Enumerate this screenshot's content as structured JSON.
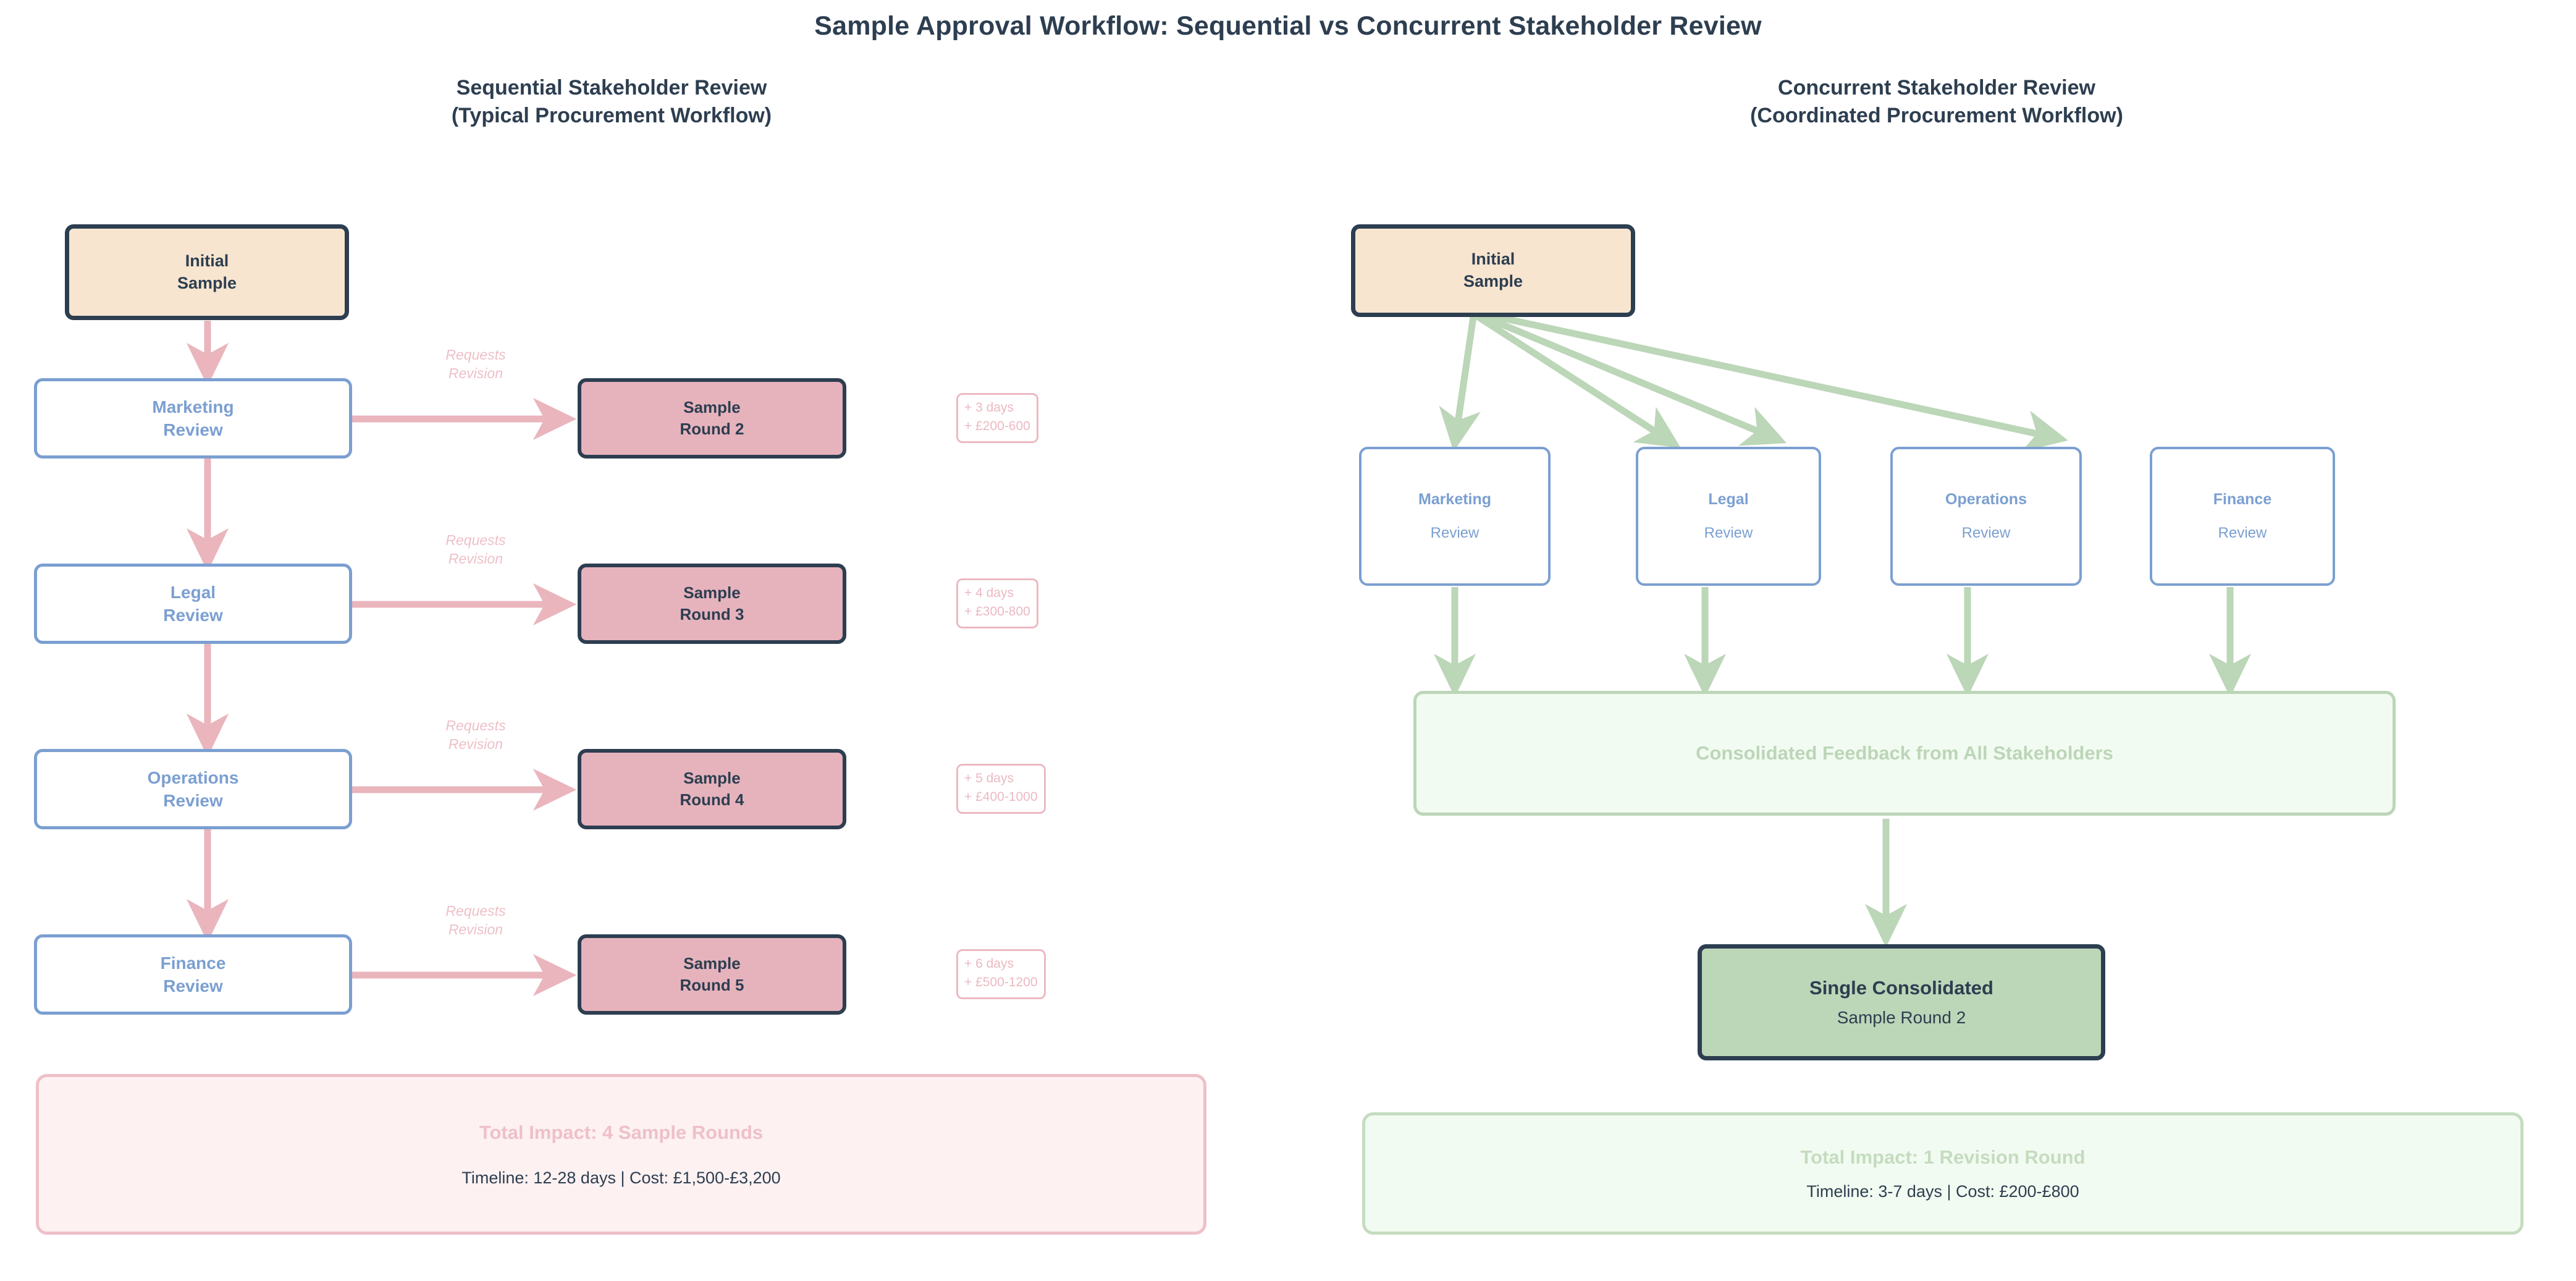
{
  "title": "Sample Approval Workflow: Sequential vs Concurrent Stakeholder Review",
  "columns": {
    "left": {
      "heading_line1": "Sequential Stakeholder Review",
      "heading_line2": "(Typical Procurement Workflow)",
      "start_node": {
        "line1": "Initial",
        "line2": "Sample"
      },
      "edge_label": {
        "line1": "Requests",
        "line2": "Revision"
      },
      "stages": [
        {
          "review_line1": "Marketing",
          "review_line2": "Review",
          "round_line1": "Sample",
          "round_line2": "Round 2",
          "badge_line1": "+ 3 days",
          "badge_line2": "+ £200-600"
        },
        {
          "review_line1": "Legal",
          "review_line2": "Review",
          "round_line1": "Sample",
          "round_line2": "Round 3",
          "badge_line1": "+ 4 days",
          "badge_line2": "+ £300-800"
        },
        {
          "review_line1": "Operations",
          "review_line2": "Review",
          "round_line1": "Sample",
          "round_line2": "Round 4",
          "badge_line1": "+ 5 days",
          "badge_line2": "+ £400-1000"
        },
        {
          "review_line1": "Finance",
          "review_line2": "Review",
          "round_line1": "Sample",
          "round_line2": "Round 5",
          "badge_line1": "+ 6 days",
          "badge_line2": "+ £500-1200"
        }
      ],
      "summary": {
        "headline": "Total Impact: 4 Sample Rounds",
        "detail": "Timeline: 12-28 days  |  Cost: £1,500-£3,200"
      }
    },
    "right": {
      "heading_line1": "Concurrent Stakeholder Review",
      "heading_line2": "(Coordinated Procurement Workflow)",
      "start_node": {
        "line1": "Initial",
        "line2": "Sample"
      },
      "stakeholders": [
        {
          "name": "Marketing",
          "role": "Review"
        },
        {
          "name": "Legal",
          "role": "Review"
        },
        {
          "name": "Operations",
          "role": "Review"
        },
        {
          "name": "Finance",
          "role": "Review"
        }
      ],
      "consolidated_band": "Consolidated Feedback from All Stakeholders",
      "result_node": {
        "line1": "Single Consolidated",
        "line2": "Sample Round 2"
      },
      "summary": {
        "headline": "Total Impact: 1 Revision Round",
        "detail": "Timeline: 3-7 days  |  Cost: £200-£800"
      }
    }
  },
  "colors": {
    "title_text": "#2d3e50",
    "node_border_dark": "#2d3e50",
    "initial_fill": "#f7e5d0",
    "review_border_blue": "#7b9fd1",
    "round_fill_pink": "#e6b3bd",
    "arrow_pink": "#eab5bd",
    "arrow_green": "#bcd6b8",
    "single_fill_green": "#bcd6b8",
    "band_fill_green": "#f2fbf1",
    "summary_pink_fill": "#fdf1f2",
    "summary_green_fill": "#f2fbf1"
  }
}
